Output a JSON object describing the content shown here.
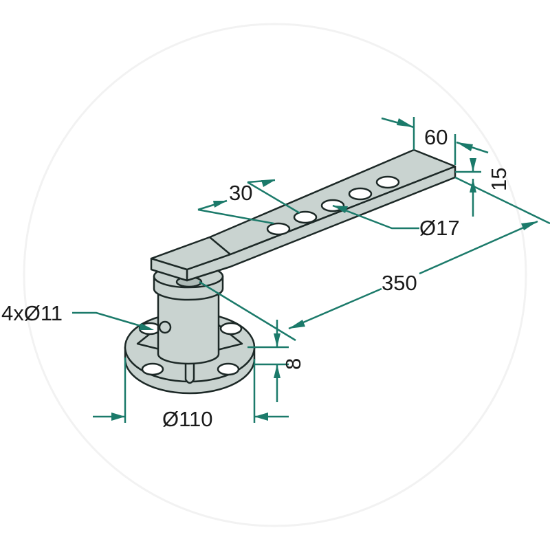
{
  "drawing": {
    "colors": {
      "part": "#c9d3d0",
      "outline": "#1c2826",
      "dimension": "#1b7a6a"
    },
    "dimensions": {
      "width": "60",
      "thickness": "15",
      "hole_spacing": "30",
      "hole_diameter": "Ø17",
      "length": "350",
      "flange_holes": "4xØ11",
      "flange_thickness": "8",
      "flange_diameter": "Ø110"
    }
  }
}
